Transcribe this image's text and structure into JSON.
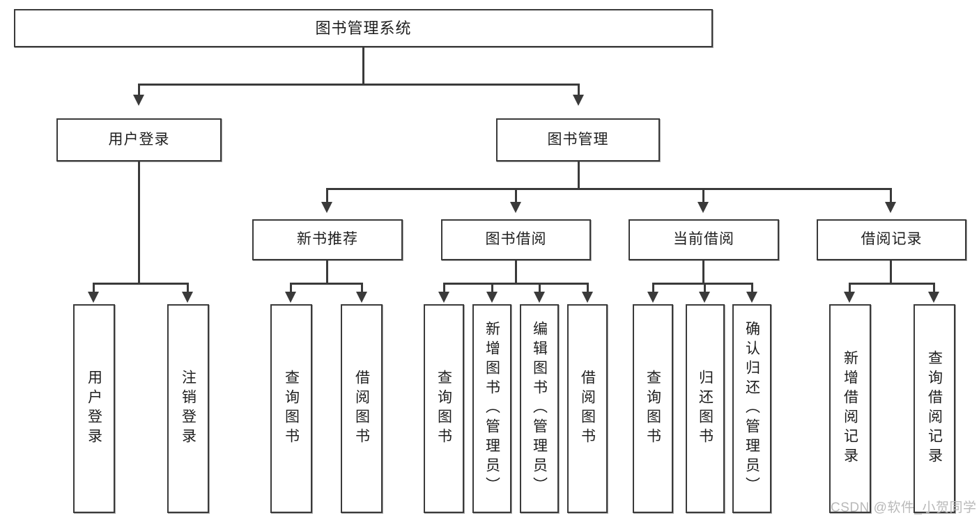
{
  "diagram": {
    "type": "tree",
    "title": "图书管理系统",
    "root": {
      "label": "图书管理系统"
    },
    "level2": [
      {
        "label": "用户登录"
      },
      {
        "label": "图书管理"
      }
    ],
    "level3": [
      {
        "label": "新书推荐"
      },
      {
        "label": "图书借阅"
      },
      {
        "label": "当前借阅"
      },
      {
        "label": "借阅记录"
      }
    ],
    "leaves": {
      "user_login": [
        {
          "label": "用户登录"
        },
        {
          "label": "注销登录"
        }
      ],
      "new_book_recommend": [
        {
          "label": "查询图书"
        },
        {
          "label": "借阅图书"
        }
      ],
      "book_borrow": [
        {
          "label": "查询图书"
        },
        {
          "label": "新增图书（管理员）"
        },
        {
          "label": "编辑图书（管理员）"
        },
        {
          "label": "借阅图书"
        }
      ],
      "current_borrow": [
        {
          "label": "查询图书"
        },
        {
          "label": "归还图书"
        },
        {
          "label": "确认归还（管理员）"
        }
      ],
      "borrow_record": [
        {
          "label": "新增借阅记录"
        },
        {
          "label": "查询借阅记录"
        }
      ]
    }
  },
  "watermark": {
    "text": "CSDN @软件_小贺同学"
  },
  "colors": {
    "border": "#3a3a3a",
    "background": "#ffffff",
    "text": "#1e1e1e",
    "watermark": "#b9b9b9"
  }
}
